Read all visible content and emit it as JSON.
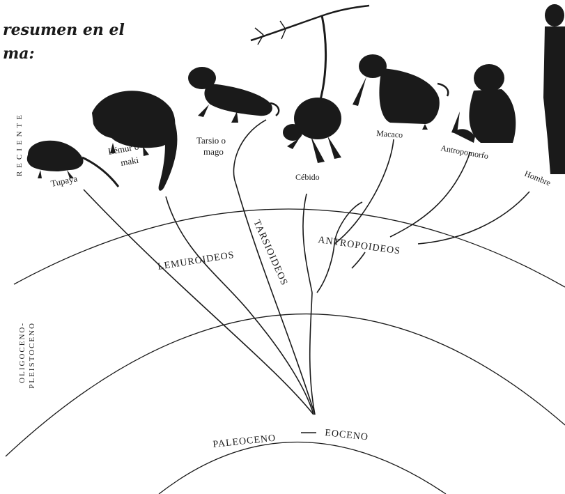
{
  "header": {
    "line1": "resumen en el",
    "line2": "ma:"
  },
  "eras": {
    "recent": "RECIENTE",
    "olig_line1": "OLIGOCENO-",
    "olig_line2": "PLEISTOCENO",
    "paleoceno": "PALEOCENO",
    "eoceno": "EOCENO"
  },
  "groups": {
    "lemuroideos": "LEMUROIDEOS",
    "tarsioideos": "TARSIOIDEOS",
    "antropoideos": "ANTROPOIDEOS"
  },
  "animals": {
    "tupaya": "Tupaya",
    "lemur_1": "Lémur o",
    "lemur_2": "maki",
    "tarsio_1": "Tarsio o",
    "tarsio_2": "mago",
    "cebido": "Cébido",
    "macaco": "Macaco",
    "antropomorfo": "Antropomorfo",
    "hombre": "Hombre"
  },
  "colors": {
    "ink": "#1a1a1a",
    "paper": "#ffffff"
  }
}
